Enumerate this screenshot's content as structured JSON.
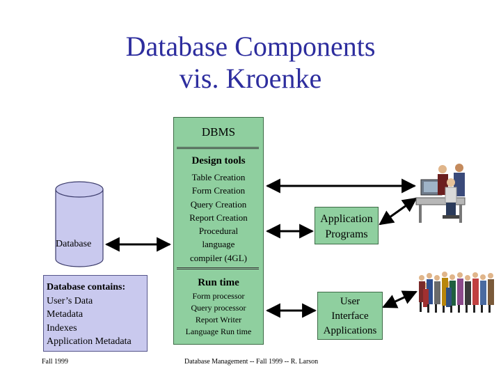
{
  "title": {
    "line1": "Database Components",
    "line2": "vis. Kroenke"
  },
  "dbms": {
    "heading": "DBMS",
    "design_tools": {
      "heading": "Design tools",
      "items": [
        "Table Creation",
        "Form Creation",
        "Query Creation",
        "Report Creation",
        "Procedural",
        "language",
        "compiler (4GL)"
      ]
    },
    "run_time": {
      "heading": "Run time",
      "items": [
        "Form processor",
        "Query processor",
        "Report Writer",
        "Language Run time"
      ]
    }
  },
  "database": {
    "label": "Database"
  },
  "database_contains": {
    "heading": "Database contains:",
    "items": [
      "User’s Data",
      "Metadata",
      "Indexes",
      "Application Metadata"
    ]
  },
  "application_programs": {
    "line1": "Application",
    "line2": "Programs"
  },
  "user_interface": {
    "line1": "User",
    "line2": "Interface",
    "line3": "Applications"
  },
  "footer": {
    "left": "Fall 1999",
    "center": "Database Management -- Fall 1999 -- R. Larson"
  },
  "colors": {
    "title": "#2d2d9e",
    "green": "#8fcf9f",
    "lavender": "#c9c9ee"
  },
  "icons": [
    "office-workers-clipart-icon",
    "crowd-of-people-clipart-icon"
  ]
}
